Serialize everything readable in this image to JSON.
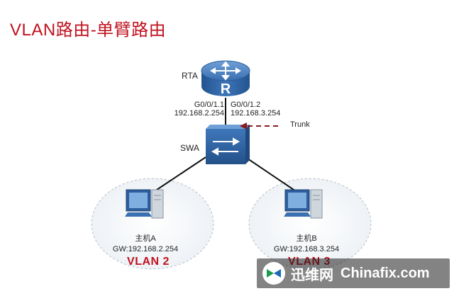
{
  "title": "VLAN路由-单臂路由",
  "router": {
    "name": "RTA",
    "letter": "R"
  },
  "switch": {
    "name": "SWA"
  },
  "interfaces": [
    {
      "port": "G0/0/1.1",
      "ip": "192.168.2.254"
    },
    {
      "port": "G0/0/1.2",
      "ip": "192.168.3.254"
    }
  ],
  "trunk_label": "Trunk",
  "hosts": [
    {
      "name": "主机A",
      "gateway": "GW:192.168.2.254",
      "vlan": "VLAN 2"
    },
    {
      "name": "主机B",
      "gateway": "GW:192.168.3.254",
      "vlan": "VLAN 3"
    }
  ],
  "watermark": {
    "cn": "迅维网",
    "en": "Chinafix.com"
  },
  "colors": {
    "title": "#c0121e",
    "device": "#2d5f9e",
    "trunk_arrow": "#8b1a1a"
  }
}
